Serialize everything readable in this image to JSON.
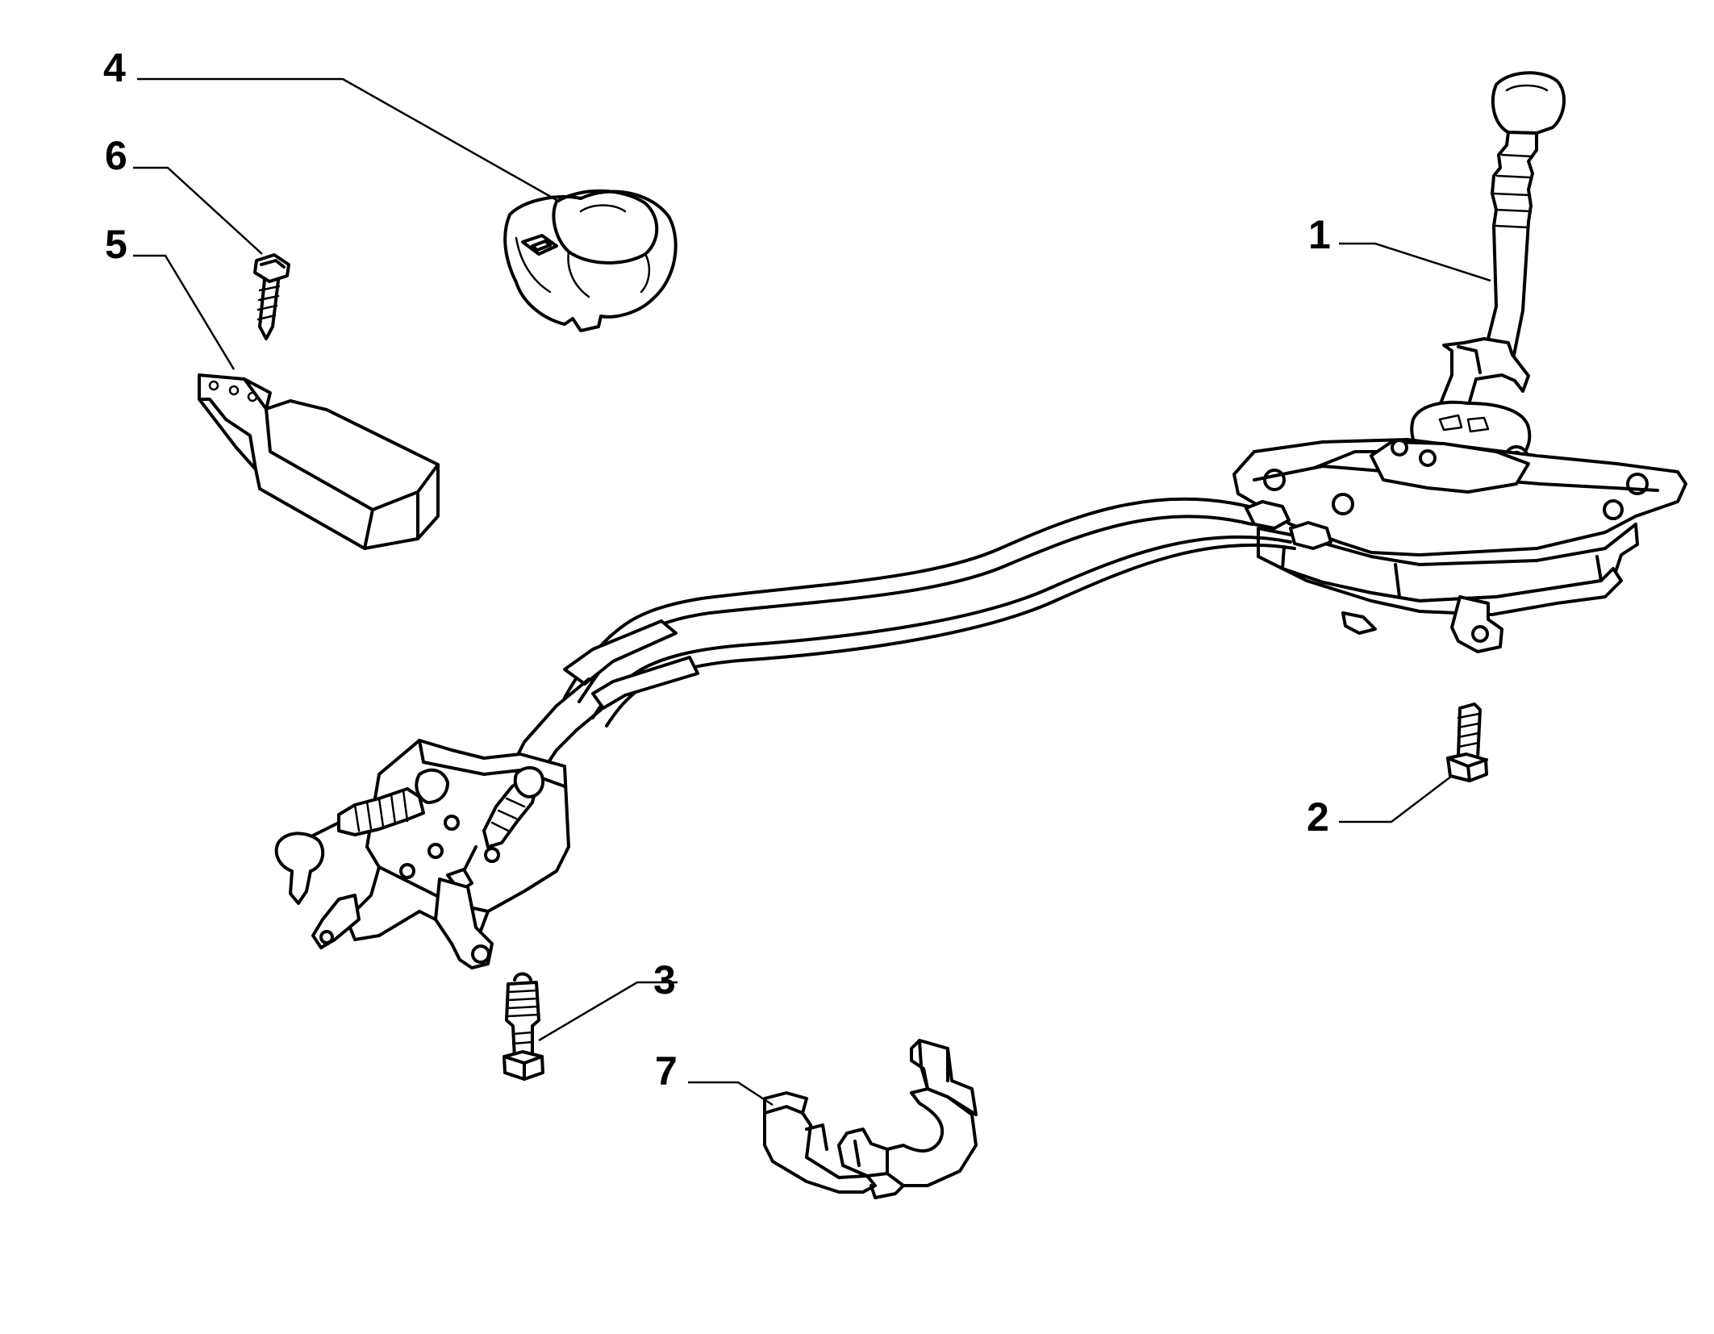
{
  "callouts": [
    {
      "id": "1",
      "label": "1"
    },
    {
      "id": "2",
      "label": "2"
    },
    {
      "id": "3",
      "label": "3"
    },
    {
      "id": "4",
      "label": "4"
    },
    {
      "id": "5",
      "label": "5"
    },
    {
      "id": "6",
      "label": "6"
    },
    {
      "id": "7",
      "label": "7"
    }
  ],
  "colors": {
    "ink": "#000000",
    "background": "#ffffff"
  }
}
